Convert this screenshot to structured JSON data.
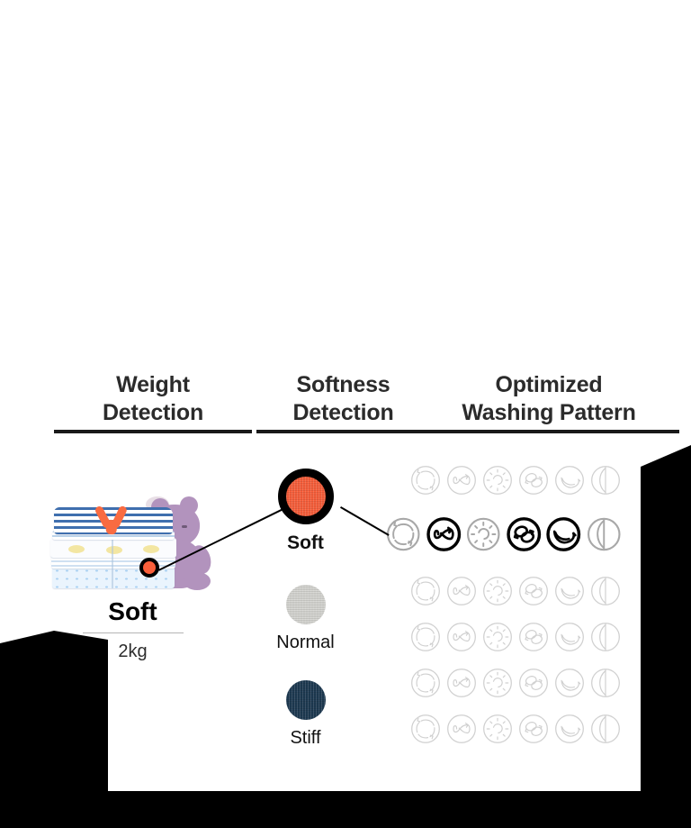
{
  "figure": {
    "type": "diagram",
    "background": "#ffffff",
    "card_color": "#ffffff",
    "frame_color": "#000000"
  },
  "columns": [
    {
      "id": "weight",
      "title_line1": "Weight",
      "title_line2": "Detection"
    },
    {
      "id": "softness",
      "title_line1": "Softness",
      "title_line2": "Detection"
    },
    {
      "id": "optimized",
      "title_line1": "Optimized",
      "title_line2": "Washing Pattern"
    }
  ],
  "weight_detection": {
    "subject_alt": "stack-of-folded-baby-clothes-with-teddy-bear",
    "marker_color": "#f95f3b",
    "result_label": "Soft",
    "weight_value": "2kg"
  },
  "softness_detection": {
    "options": [
      {
        "label": "Soft",
        "color": "#f95f3b",
        "selected": true
      },
      {
        "label": "Normal",
        "color": "#d6d6d2",
        "selected": false
      },
      {
        "label": "Stiff",
        "color": "#1e3a52",
        "selected": false
      }
    ],
    "selected": "Soft",
    "selection_ring_color": "#000000"
  },
  "washing_pattern": {
    "icon_names": [
      "tumble-rotation-icon",
      "infinity-scrub-icon",
      "burst-agitate-icon",
      "double-loop-swirl-icon",
      "scoop-swing-icon",
      "half-divided-drum-icon"
    ],
    "rows": [
      {
        "index": 1,
        "active": false,
        "cells": [
          false,
          false,
          false,
          false,
          false,
          false
        ]
      },
      {
        "index": 2,
        "active": true,
        "cells": [
          false,
          true,
          false,
          true,
          true,
          false
        ]
      },
      {
        "index": 3,
        "active": false,
        "cells": [
          false,
          false,
          false,
          false,
          false,
          false
        ]
      },
      {
        "index": 4,
        "active": false,
        "cells": [
          false,
          false,
          false,
          false,
          false,
          false
        ]
      },
      {
        "index": 5,
        "active": false,
        "cells": [
          false,
          false,
          false,
          false,
          false,
          false
        ]
      },
      {
        "index": 6,
        "active": false,
        "cells": [
          false,
          false,
          false,
          false,
          false,
          false
        ]
      }
    ],
    "selected_row": 2,
    "active_color": "#000000",
    "inactive_color": "#a8a8a8",
    "dim_color": "#d0d0d0"
  }
}
